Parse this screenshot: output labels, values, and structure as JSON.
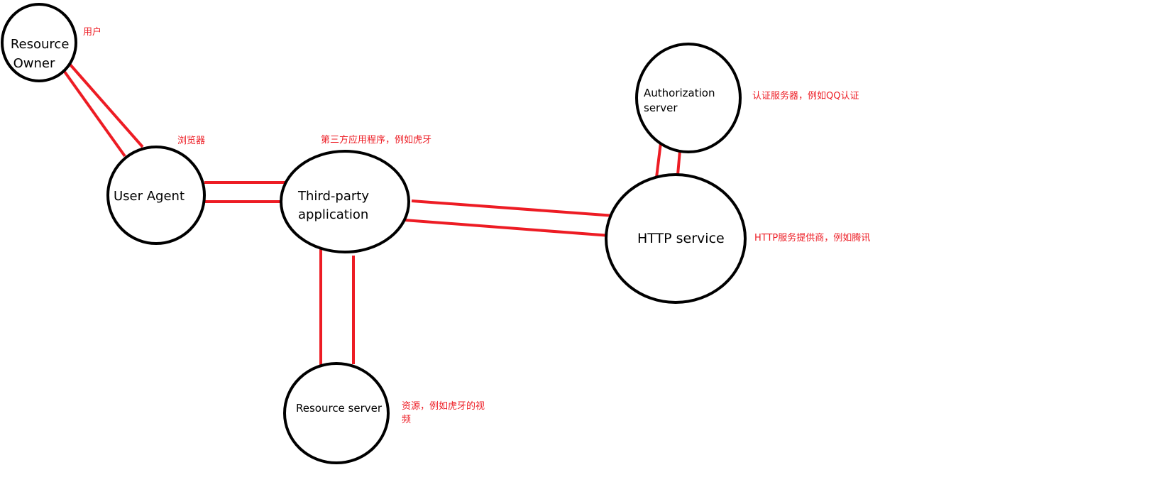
{
  "colors": {
    "node_stroke": "#000000",
    "link": "#ed1c24",
    "note_text": "#ed1c24",
    "background": "#ffffff"
  },
  "nodes": {
    "resource_owner": {
      "label_lines": [
        "Resource",
        "Owner"
      ],
      "note": "用户"
    },
    "user_agent": {
      "label_lines": [
        "User Agent"
      ],
      "note": "浏览器"
    },
    "third_party_app": {
      "label_lines": [
        "Third-party",
        "application"
      ],
      "note": "第三方应用程序，例如虎牙"
    },
    "authorization_server": {
      "label_lines": [
        "Authorization",
        "server"
      ],
      "note": "认证服务器，例如QQ认证"
    },
    "http_service": {
      "label_lines": [
        "HTTP service"
      ],
      "note": "HTTP服务提供商，例如腾讯"
    },
    "resource_server": {
      "label_lines": [
        "Resource server"
      ],
      "note_lines": [
        "资源，例如虎牙的视",
        "频"
      ]
    }
  }
}
